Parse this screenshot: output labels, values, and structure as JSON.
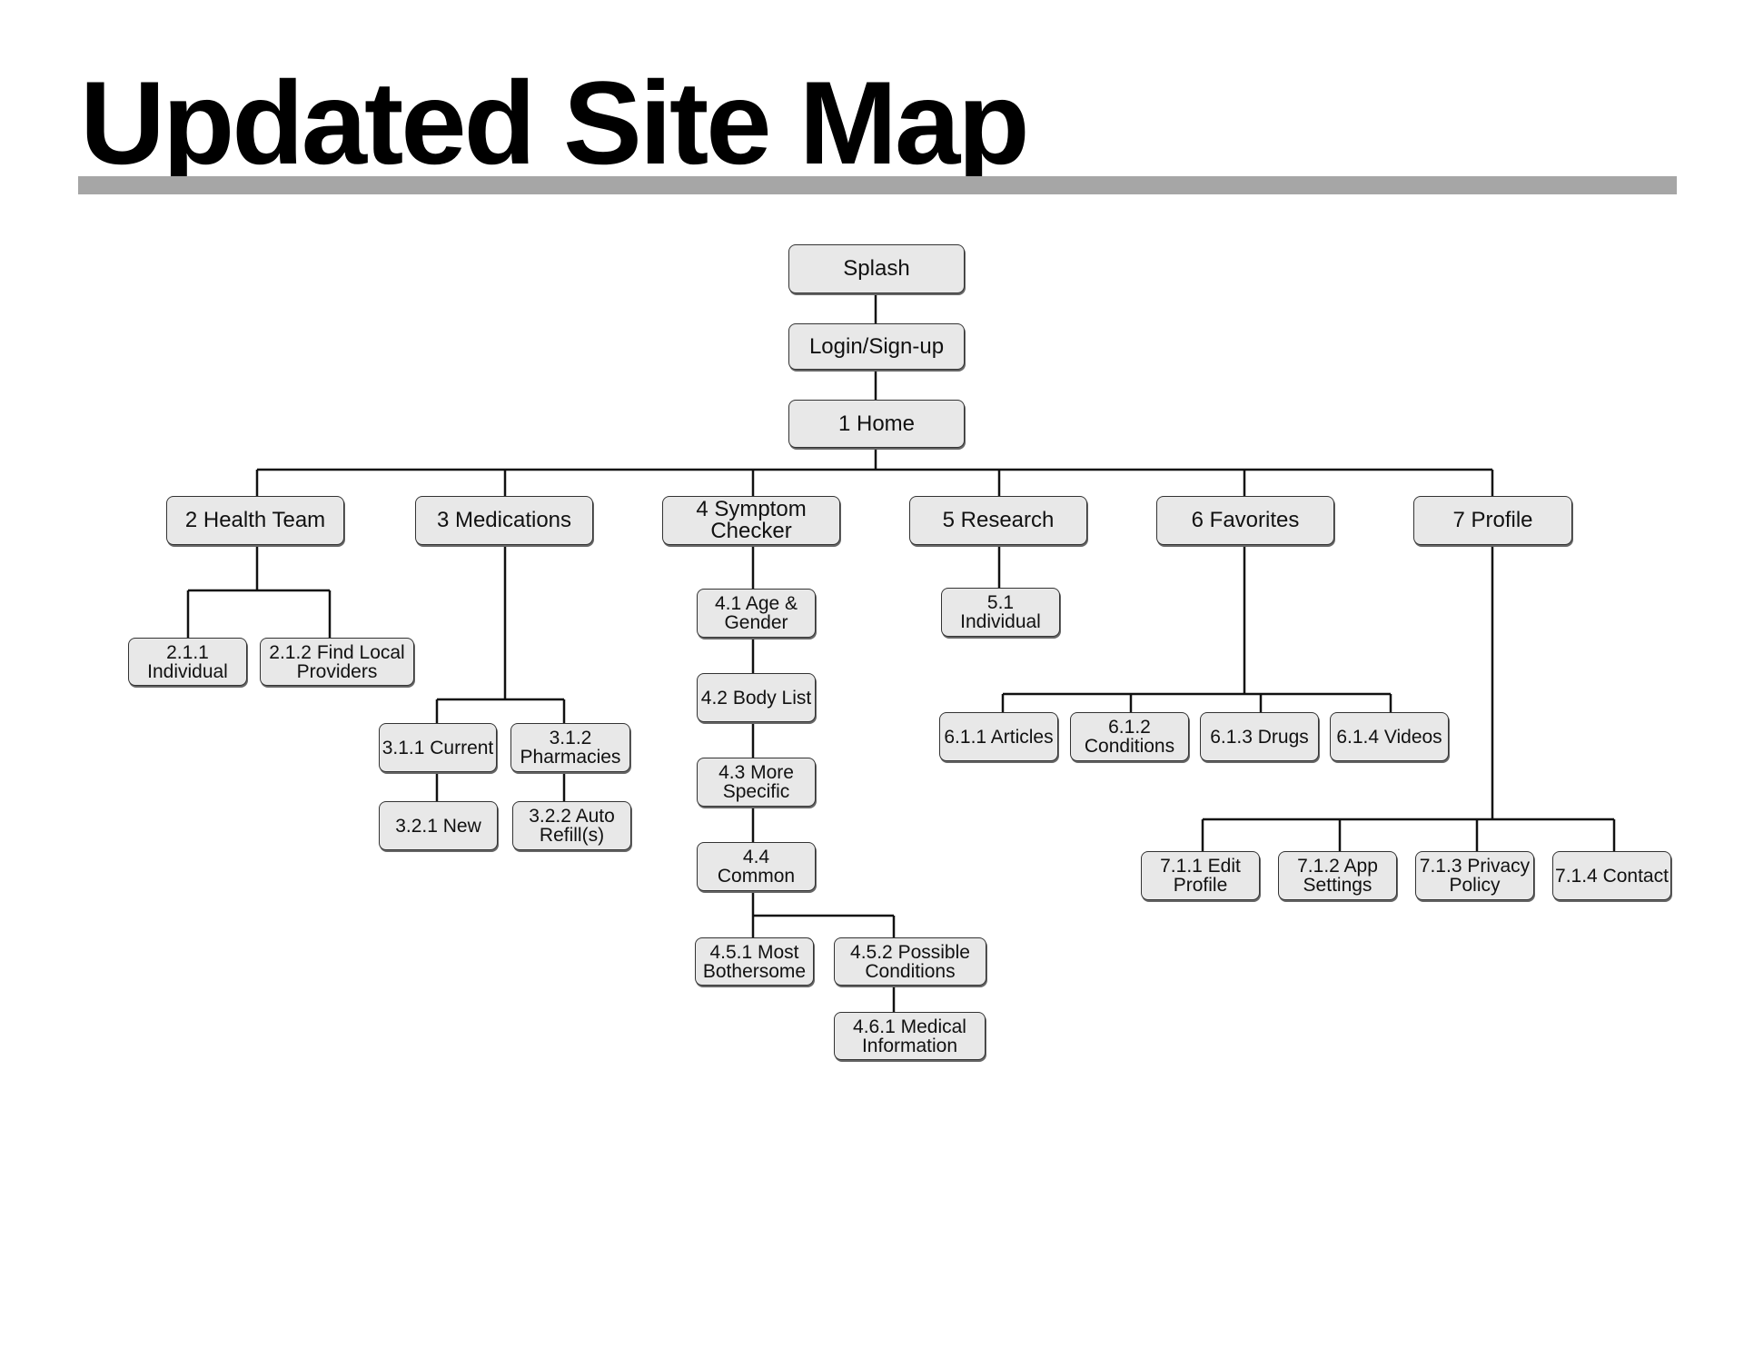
{
  "title": "Updated Site Map",
  "nodes": {
    "splash": "Splash",
    "login": "Login/Sign-up",
    "home": "1 Home",
    "health_team": "2 Health Team",
    "medications": "3 Medications",
    "symptom_checker": "4 Symptom\nChecker",
    "research": "5 Research",
    "favorites": "6 Favorites",
    "profile": "7 Profile",
    "n211": "2.1.1\nIndividual",
    "n212": "2.1.2  Find Local\nProviders",
    "n311": "3.1.1 Current",
    "n312": "3.1.2\nPharmacies",
    "n321": "3.2.1 New",
    "n322": "3.2.2 Auto\nRefill(s)",
    "n41": "4.1 Age &\nGender",
    "n42": "4.2 Body List",
    "n43": "4.3 More\nSpecific",
    "n44": "4.4\nCommon",
    "n451": "4.5.1 Most\nBothersome",
    "n452": "4.5.2 Possible\nConditions",
    "n461": "4.6.1 Medical\nInformation",
    "n51": "5.1\nIndividual",
    "n611": "6.1.1 Articles",
    "n612": "6.1.2\nConditions",
    "n613": "6.1.3 Drugs",
    "n614": "6.1.4 Videos",
    "n711": "7.1.1 Edit\nProfile",
    "n712": "7.1.2 App\nSettings",
    "n713": "7.1.3 Privacy\nPolicy",
    "n714": "7.1.4 Contact"
  }
}
